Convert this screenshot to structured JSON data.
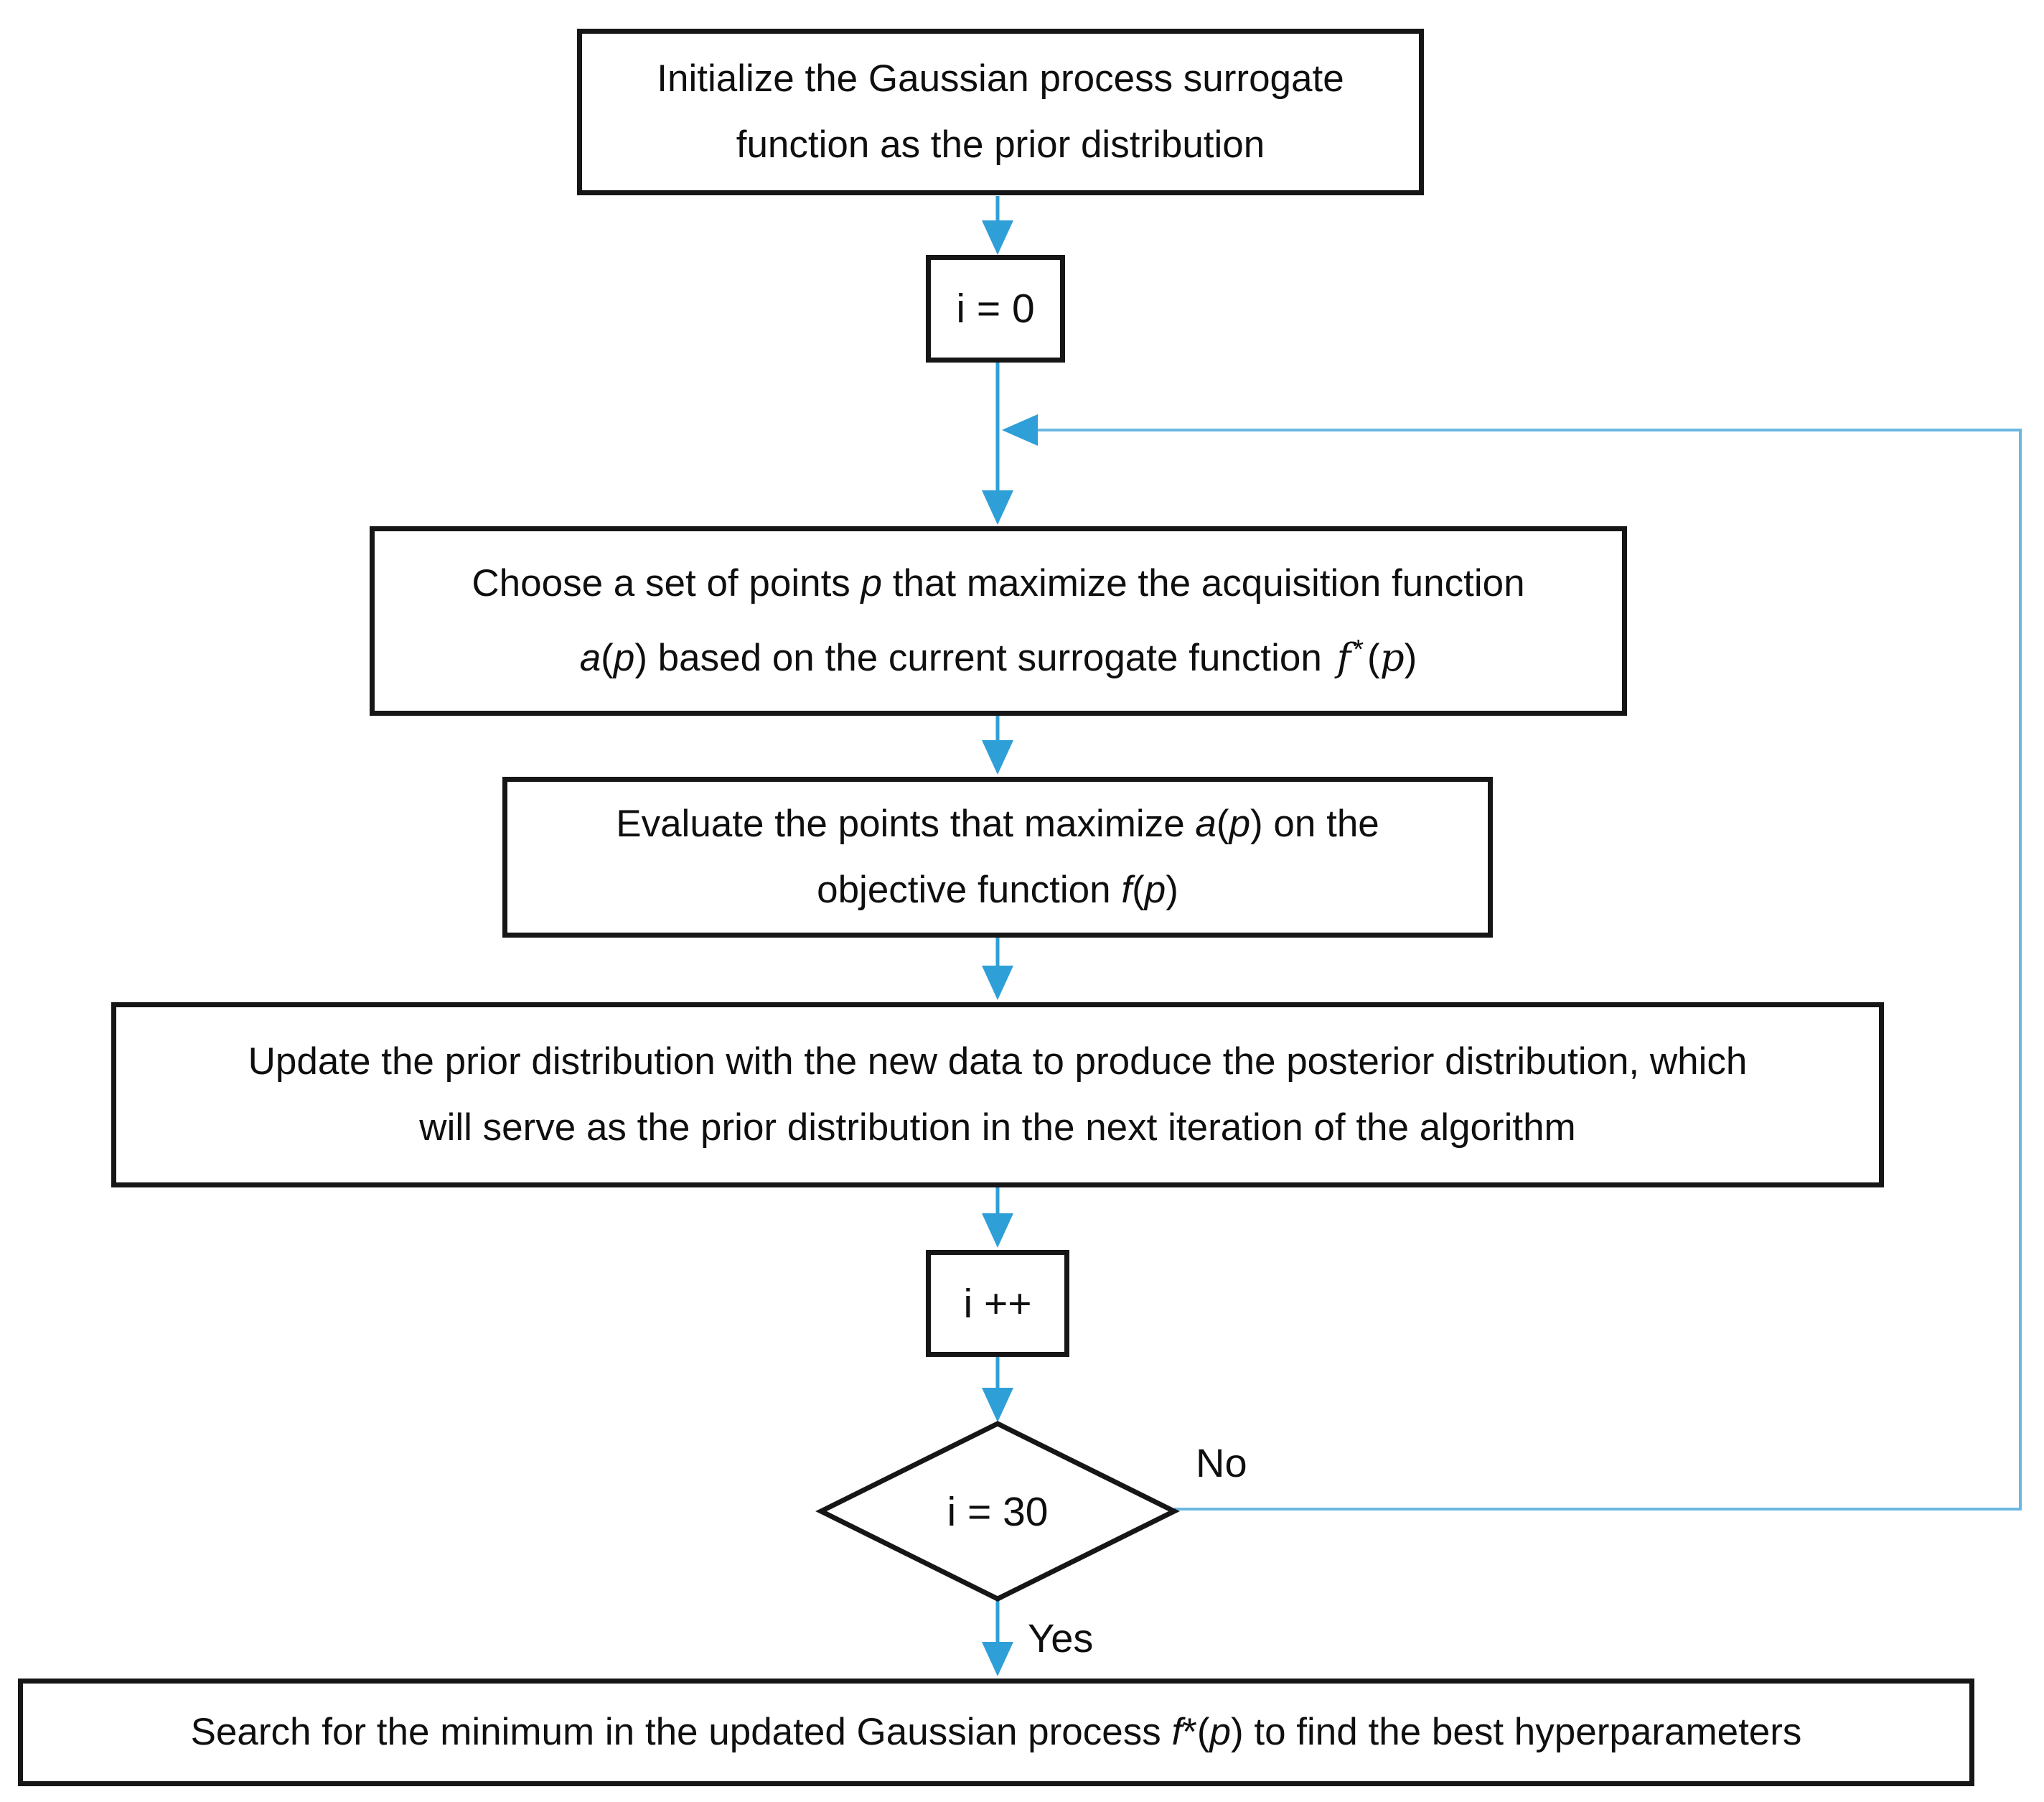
{
  "flowchart": {
    "nodes": {
      "init": {
        "line1": "Initialize the Gaussian process surrogate",
        "line2": "function as the prior distribution"
      },
      "i0": {
        "label": "i = 0"
      },
      "choose": {
        "l1a": "Choose a set of points ",
        "l1b": "p",
        "l1c": " that maximize the acquisition function",
        "l2a": "a",
        "l2b": "(",
        "l2c": "p",
        "l2d": ") based on the current surrogate function ",
        "l2e": "f",
        "l2f": "*",
        "l2g": "(",
        "l2h": "p",
        "l2i": ")"
      },
      "evaluate": {
        "l1a": "Evaluate the points that maximize ",
        "l1b": "a",
        "l1c": "(",
        "l1d": "p",
        "l1e": ") on the",
        "l2a": "objective function ",
        "l2b": "f",
        "l2c": "(",
        "l2d": "p",
        "l2e": ")"
      },
      "update": {
        "line1": "Update the prior distribution with the new data to produce the posterior distribution, which",
        "line2": "will serve as the prior distribution in the next iteration of the algorithm"
      },
      "increment": {
        "label": "i ++"
      },
      "decision": {
        "label": "i = 30"
      },
      "search": {
        "l1a": "Search for the minimum in the updated Gaussian process ",
        "l1b": "f",
        "l1c": "*(",
        "l1d": "p",
        "l1e": ") to find the best hyperparameters"
      }
    },
    "edges": {
      "no_label": "No",
      "yes_label": "Yes"
    },
    "colors": {
      "arrow": "#2f9fd8",
      "loop": "#6ab7e4",
      "border": "#161616"
    }
  }
}
